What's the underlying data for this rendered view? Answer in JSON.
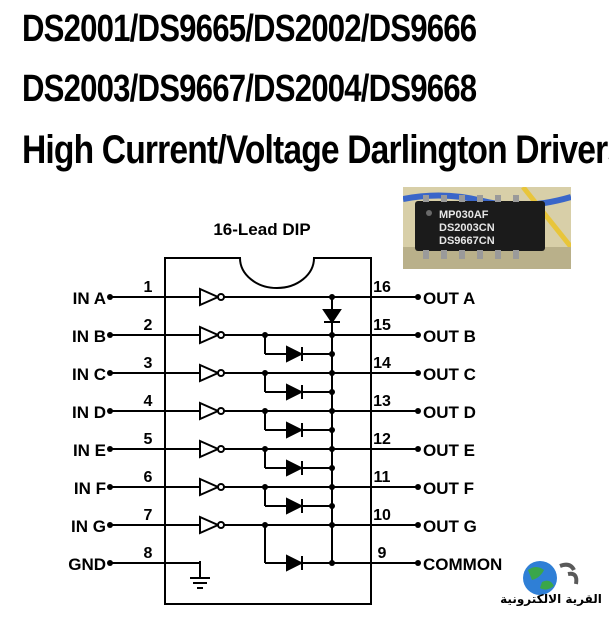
{
  "title": {
    "line1": "DS2001/DS9665/DS2002/DS9666",
    "line2": "DS2003/DS9667/DS2004/DS9668",
    "line3": "High Current/Voltage Darlington Drivers"
  },
  "package_label": "16-Lead DIP",
  "chip_photo": {
    "markings": [
      "MP030AF",
      "DS2003CN",
      "DS9667CN"
    ]
  },
  "left_pins": [
    {
      "num": "1",
      "label": "IN A"
    },
    {
      "num": "2",
      "label": "IN B"
    },
    {
      "num": "3",
      "label": "IN C"
    },
    {
      "num": "4",
      "label": "IN D"
    },
    {
      "num": "5",
      "label": "IN E"
    },
    {
      "num": "6",
      "label": "IN F"
    },
    {
      "num": "7",
      "label": "IN G"
    },
    {
      "num": "8",
      "label": "GND"
    }
  ],
  "right_pins": [
    {
      "num": "16",
      "label": "OUT A"
    },
    {
      "num": "15",
      "label": "OUT B"
    },
    {
      "num": "14",
      "label": "OUT C"
    },
    {
      "num": "13",
      "label": "OUT D"
    },
    {
      "num": "12",
      "label": "OUT E"
    },
    {
      "num": "11",
      "label": "OUT F"
    },
    {
      "num": "10",
      "label": "OUT G"
    },
    {
      "num": "9",
      "label": "COMMON"
    }
  ],
  "logo": {
    "text": "القرية الالكترونية",
    "icon": "globe-icon"
  }
}
